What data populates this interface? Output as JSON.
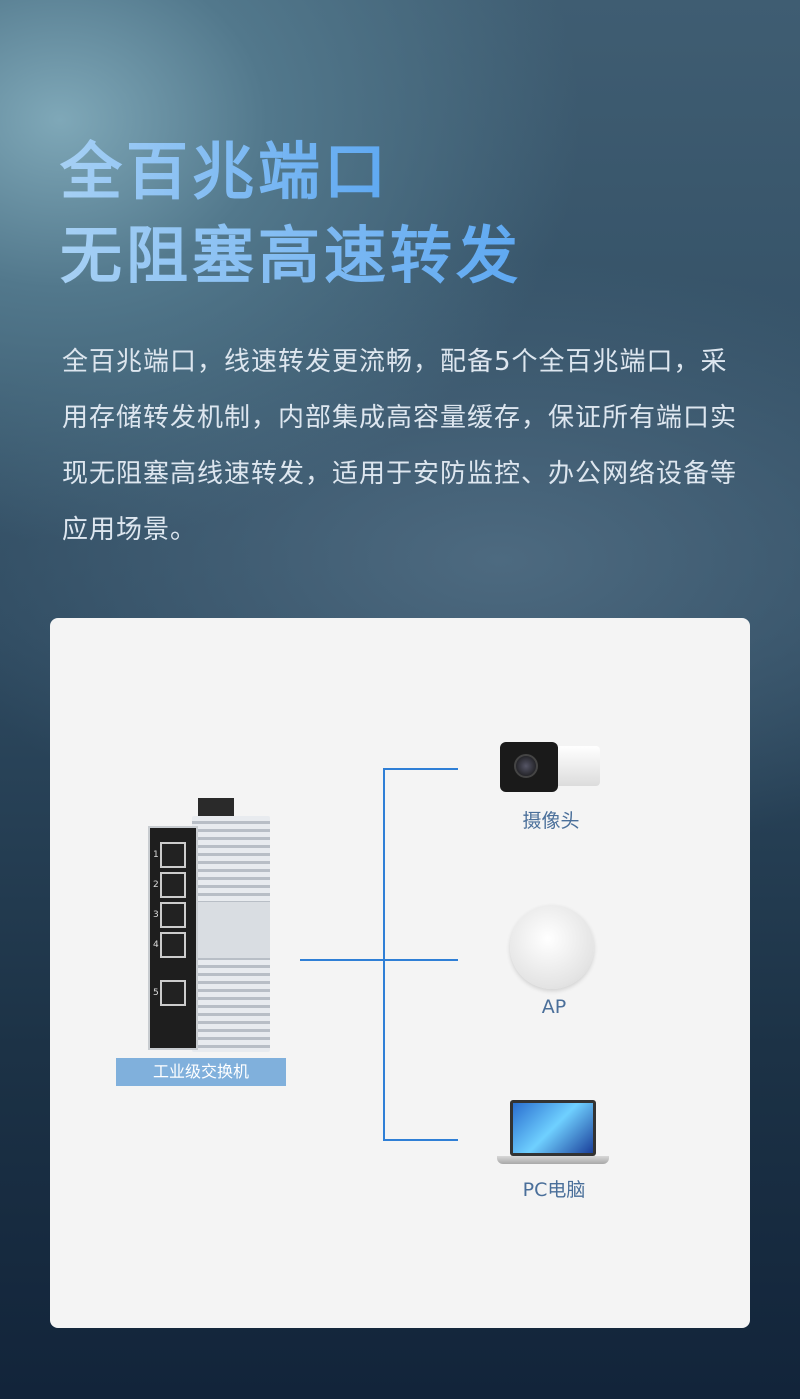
{
  "headline": {
    "line1": "全百兆端口",
    "line2": "无阻塞高速转发"
  },
  "description": "全百兆端口，线速转发更流畅，配备5个全百兆端口，采用存储转发机制，内部集成高容量缓存，保证所有端口实现无阻塞高线速转发，适用于安防监控、办公网络设备等应用场景。",
  "diagram": {
    "switch_label": "工业级交换机",
    "ports": [
      "1",
      "2",
      "3",
      "4",
      "5"
    ],
    "devices": [
      {
        "label": "摄像头",
        "icon": "camera-icon"
      },
      {
        "label": "AP",
        "icon": "access-point-icon"
      },
      {
        "label": "PC电脑",
        "icon": "laptop-icon"
      }
    ]
  },
  "colors": {
    "accent": "#2f7fd6",
    "label_bg": "#80b0dc"
  }
}
